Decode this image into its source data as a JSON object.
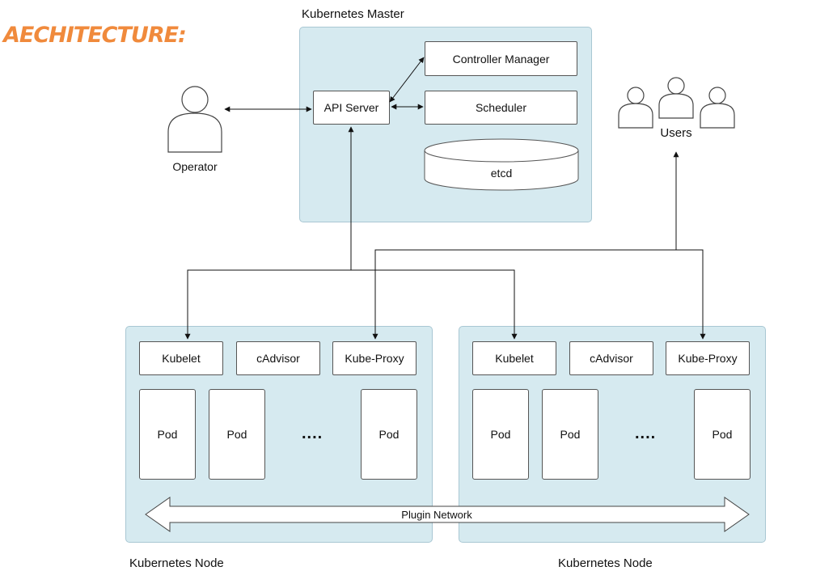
{
  "heading": "AECHITECTURE:",
  "master": {
    "title": "Kubernetes Master",
    "api_server": "API Server",
    "controller_manager": "Controller Manager",
    "scheduler": "Scheduler",
    "etcd": "etcd"
  },
  "operator": {
    "label": "Operator"
  },
  "users": {
    "label": "Users"
  },
  "nodes": [
    {
      "title": "Kubernetes Node",
      "kubelet": "Kubelet",
      "cadvisor": "cAdvisor",
      "kube_proxy": "Kube-Proxy",
      "pods": [
        "Pod",
        "Pod",
        "Pod"
      ],
      "ellipsis": "...."
    },
    {
      "title": "Kubernetes Node",
      "kubelet": "Kubelet",
      "cadvisor": "cAdvisor",
      "kube_proxy": "Kube-Proxy",
      "pods": [
        "Pod",
        "Pod",
        "Pod"
      ],
      "ellipsis": "...."
    }
  ],
  "plugin_network": "Plugin Network",
  "colors": {
    "heading": "#f08a3c",
    "region_fill": "#d6eaf0",
    "region_border": "#a9c7d3"
  }
}
